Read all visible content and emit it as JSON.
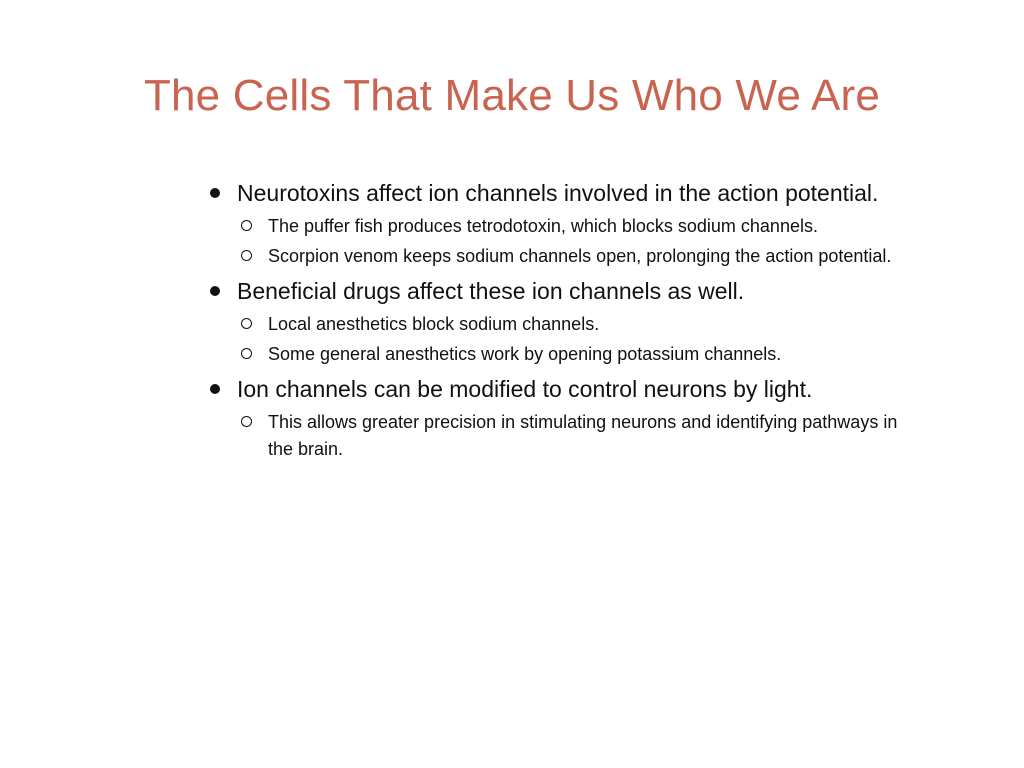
{
  "slide": {
    "title": "The Cells That Make Us Who We Are",
    "bullets": [
      {
        "text": "Neurotoxins affect ion channels involved in the action potential.",
        "subs": [
          "The puffer fish produces tetrodotoxin, which blocks sodium channels.",
          "Scorpion venom keeps sodium channels open, prolonging the action potential."
        ]
      },
      {
        "text": "Beneficial drugs affect these ion channels as well.",
        "subs": [
          "Local anesthetics block sodium channels.",
          "Some general anesthetics work by opening potassium channels."
        ]
      },
      {
        "text": "Ion channels can be modified to control neurons by light.",
        "subs": [
          "This allows greater precision in stimulating neurons and identifying pathways in the brain."
        ]
      }
    ]
  },
  "colors": {
    "title": "#c8644f",
    "text": "#111111",
    "background": "#ffffff"
  },
  "icons": {
    "level1_bullet": "filled-circle-bullet-icon",
    "level2_bullet": "hollow-circle-bullet-icon"
  }
}
